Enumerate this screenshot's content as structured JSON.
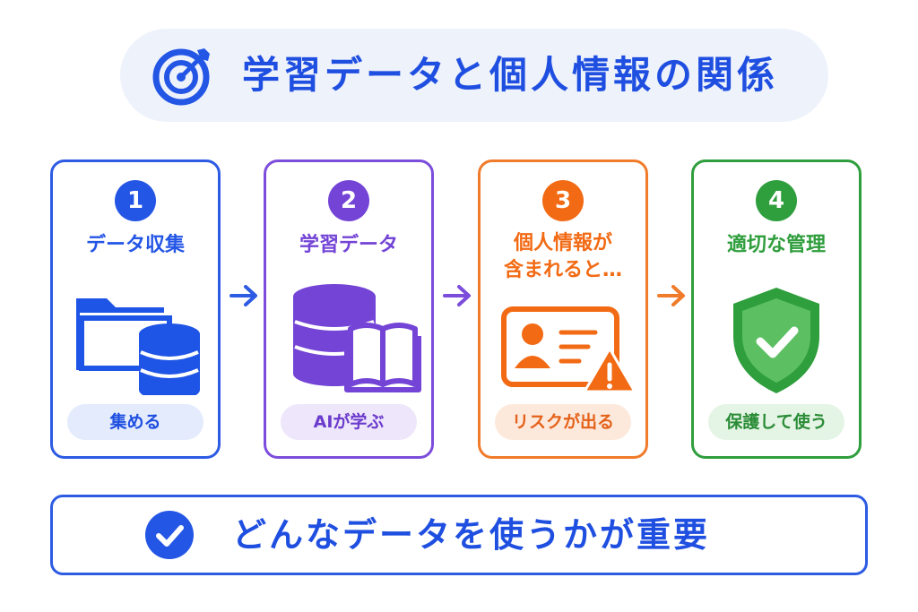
{
  "header": {
    "title": "学習データと個人情報の関係",
    "icon": "target-icon"
  },
  "steps": [
    {
      "number": "1",
      "label": "データ収集",
      "badge": "集める",
      "icon": "folder-database-icon",
      "color": "#2456e6"
    },
    {
      "number": "2",
      "label": "学習データ",
      "badge": "AIが学ぶ",
      "icon": "database-book-icon",
      "color": "#7444d6"
    },
    {
      "number": "3",
      "label": "個人情報が\n含まれると…",
      "badge": "リスクが出る",
      "icon": "id-card-warning-icon",
      "color": "#f26a14"
    },
    {
      "number": "4",
      "label": "適切な管理",
      "badge": "保護して使う",
      "icon": "shield-check-icon",
      "color": "#2f9e3d"
    }
  ],
  "footer": {
    "text": "どんなデータを使うかが重要",
    "icon": "check-circle-icon"
  }
}
